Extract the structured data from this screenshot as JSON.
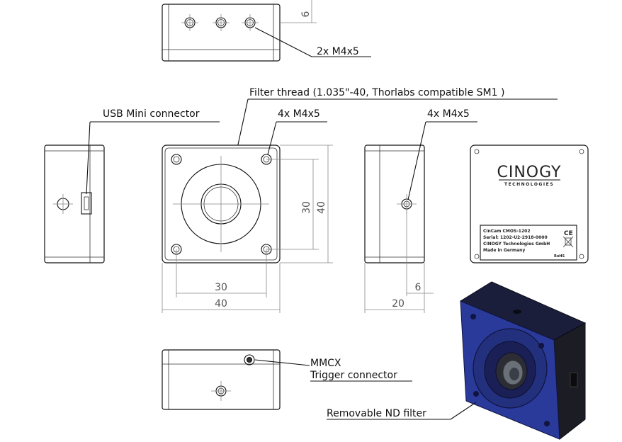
{
  "labels": {
    "top_holes": "2x M4x5",
    "filter_thread": "Filter thread (1.035\"-40, Thorlabs compatible SM1 )",
    "usb": "USB Mini connector",
    "front_holes": "4x M4x5",
    "side_holes": "4x M4x5",
    "mmcx": "MMCX",
    "trigger": "Trigger connector",
    "nd_filter": "Removable ND filter"
  },
  "dimensions": {
    "top_depth": "6",
    "inner_height": "30",
    "outer_height": "40",
    "inner_width": "30",
    "outer_width": "40",
    "side_offset": "6",
    "side_depth": "20"
  },
  "logo": {
    "brand": "CINOGY",
    "sub": "TECHNOLOGIES"
  },
  "plate": {
    "line1": "CinCam CMOS-1202",
    "line2": "Serial: 1202-U2-2918-0000",
    "line3": "CINOGY Technologies GmbH",
    "line4": "Made in Germany",
    "ce": "CE",
    "rohs": "RoHS"
  },
  "colors": {
    "housing_blue": "#2a3a9a",
    "housing_dark": "#1a2060",
    "line": "#111111"
  }
}
